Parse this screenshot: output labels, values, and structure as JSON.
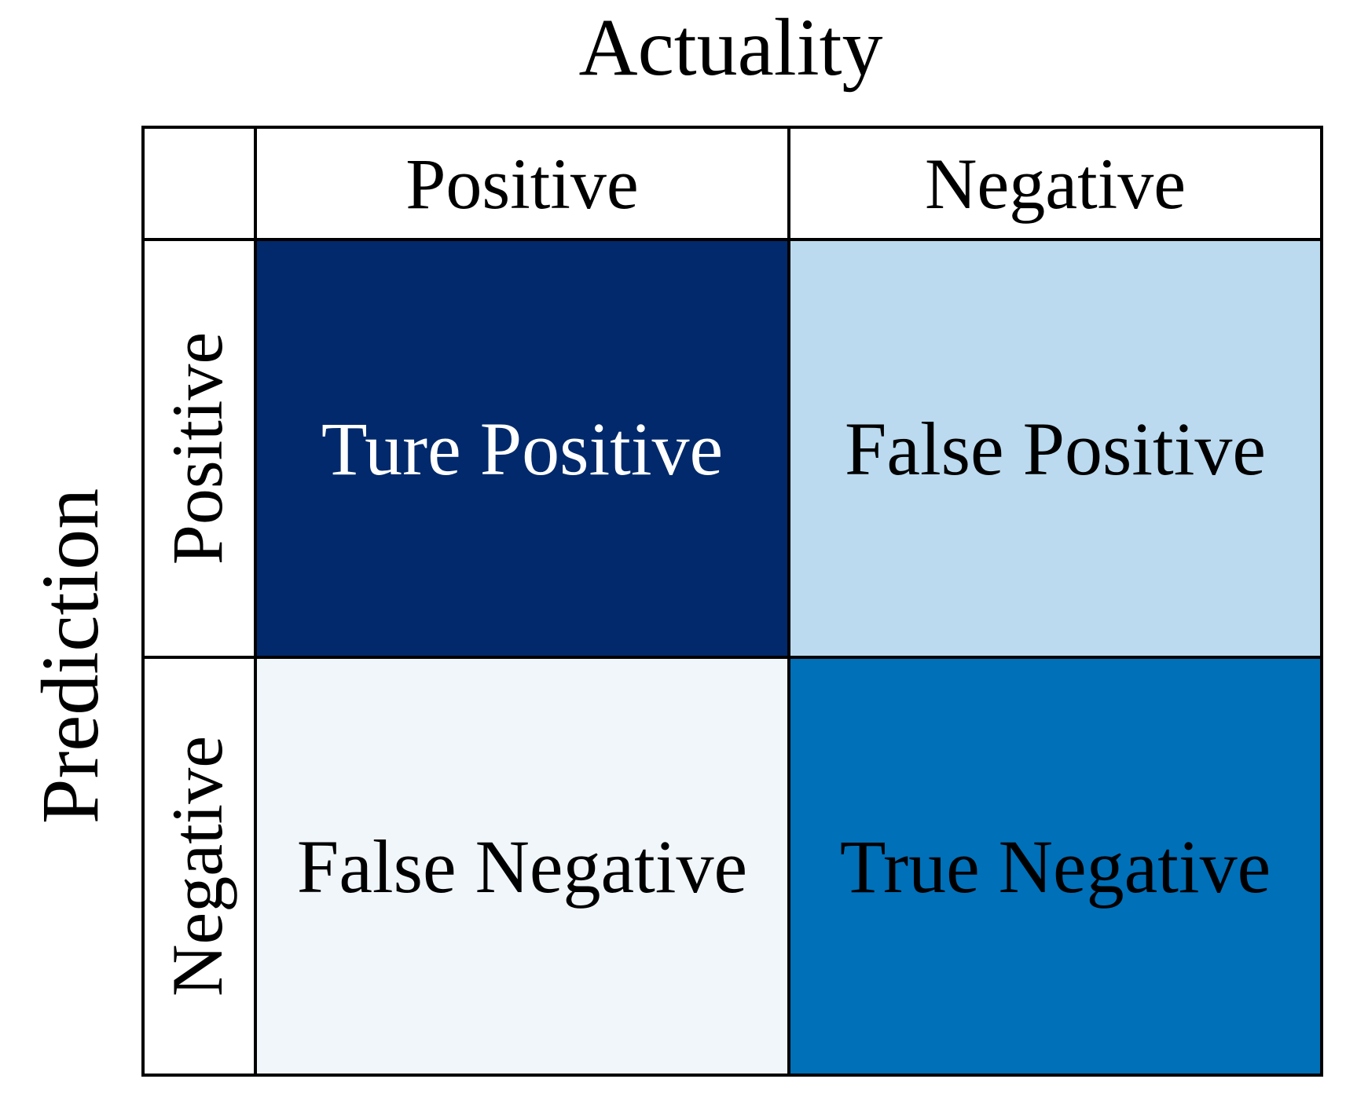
{
  "matrix": {
    "title": "Actuality",
    "side_label": "Prediction",
    "columns": [
      "Positive",
      "Negative"
    ],
    "rows": [
      "Positive",
      "Negative"
    ],
    "cells": [
      {
        "id": "true-positive",
        "label": "Ture Positive",
        "bg": "#01296B",
        "fg": "#FFFFFF"
      },
      {
        "id": "false-positive",
        "label": "False Positive",
        "bg": "#BBDAEF",
        "fg": "#000000"
      },
      {
        "id": "false-negative",
        "label": "False Negative",
        "bg": "#F1F6FB",
        "fg": "#000000"
      },
      {
        "id": "true-negative",
        "label": "True Negative",
        "bg": "#0070B9",
        "fg": "#000000"
      }
    ],
    "border_color": "#000000",
    "background_color": "#FFFFFF"
  }
}
